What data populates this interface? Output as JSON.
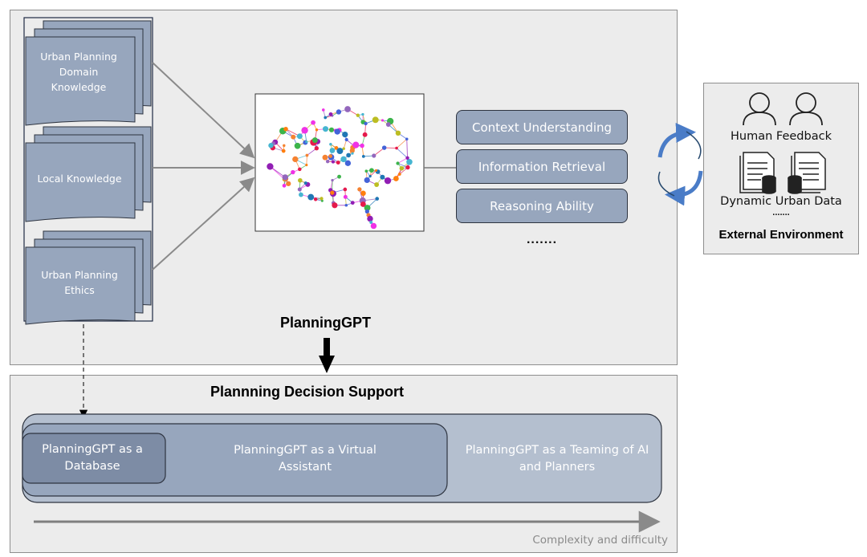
{
  "knowledge_sources": [
    {
      "lines": [
        "Urban Planning",
        "Domain",
        "Knowledge"
      ]
    },
    {
      "lines": [
        "Local Knowledge"
      ]
    },
    {
      "lines": [
        "Urban Planning",
        "Ethics"
      ]
    }
  ],
  "capabilities": [
    "Context Understanding",
    "Information Retrieval",
    "Reasoning Ability"
  ],
  "capabilities_more": ".......",
  "model_label": "PlanningGPT",
  "environment": {
    "human_feedback": "Human Feedback",
    "dynamic_data": "Dynamic Urban Data",
    "more": ".......",
    "title": "External Environment"
  },
  "decision_support": {
    "title": "Plannning Decision Support",
    "database": "PlanningGPT as a Database",
    "assistant": "PlanningGPT as a Virtual Assistant",
    "teaming": "PlanningGPT as a Teaming of AI and Planners",
    "axis_label": "Complexity and difficulty"
  },
  "colors": {
    "panel": "#ececec",
    "doc_fill": "#97a6bd",
    "capability_fill": "#97a6bd",
    "teaming_fill": "#b4bfcf",
    "assistant_fill": "#97a6bd",
    "database_fill": "#7d8ca5",
    "cycle_arrow": "#4a7cc7"
  }
}
